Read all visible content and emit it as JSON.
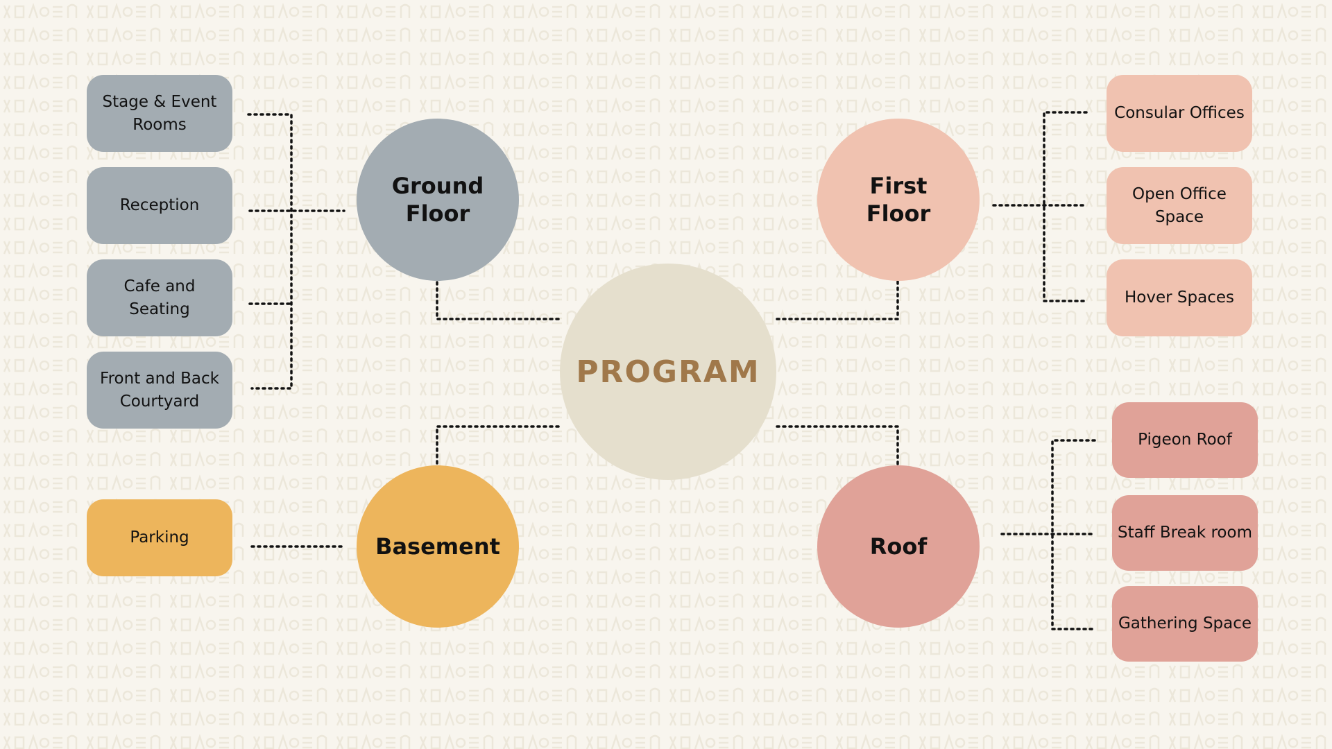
{
  "colors": {
    "background": "#f8f5ee",
    "pattern": "#ece7da",
    "connector": "#111111",
    "ground_floor": "#a3acb2",
    "first_floor": "#f0c2b0",
    "basement": "#edb55c",
    "roof": "#e0a298",
    "program": "#e5dfcd",
    "program_text": "#a0784a"
  },
  "center": {
    "label": "PROGRAM"
  },
  "floors": {
    "ground": {
      "label": "Ground\nFloor"
    },
    "first": {
      "label": "First\nFloor"
    },
    "basement": {
      "label": "Basement"
    },
    "roof": {
      "label": "Roof"
    }
  },
  "ground_items": [
    {
      "label": "Stage & Event\nRooms"
    },
    {
      "label": "Reception"
    },
    {
      "label": "Cafe and\nSeating"
    },
    {
      "label": "Front and Back\nCourtyard"
    }
  ],
  "first_items": [
    {
      "label": "Consular Offices"
    },
    {
      "label": "Open Office\nSpace"
    },
    {
      "label": "Hover Spaces"
    }
  ],
  "basement_items": [
    {
      "label": "Parking"
    }
  ],
  "roof_items": [
    {
      "label": "Pigeon Roof"
    },
    {
      "label": "Staff Break room"
    },
    {
      "label": "Gathering Space"
    }
  ]
}
